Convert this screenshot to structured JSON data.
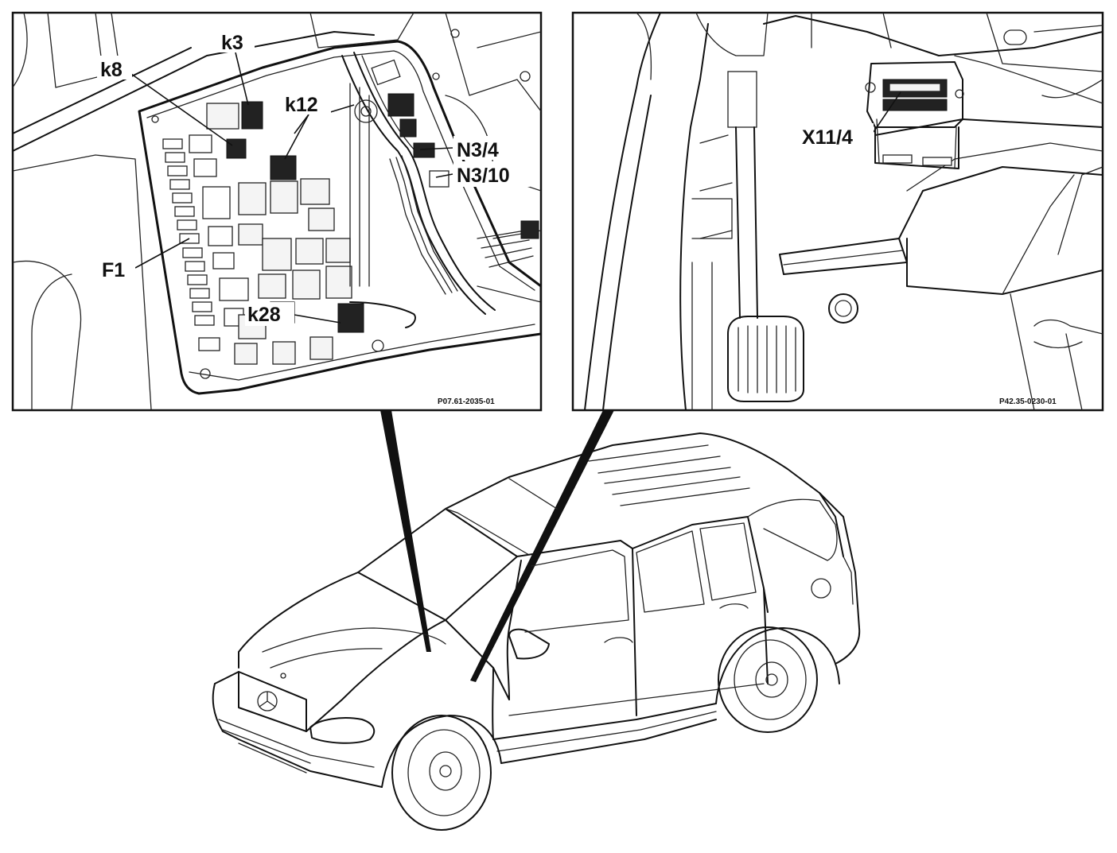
{
  "left_panel": {
    "labels": {
      "k3": "k3",
      "k8": "k8",
      "k12": "k12",
      "n3_4": "N3/4",
      "n3_10": "N3/10",
      "f1": "F1",
      "k28": "k28"
    },
    "figure_code": "P07.61-2035-01"
  },
  "right_panel": {
    "labels": {
      "x11_4": "X11/4"
    },
    "figure_code": "P42.35-0230-01"
  },
  "vehicle": {
    "brand_mark": "mercedes-star-icon"
  }
}
